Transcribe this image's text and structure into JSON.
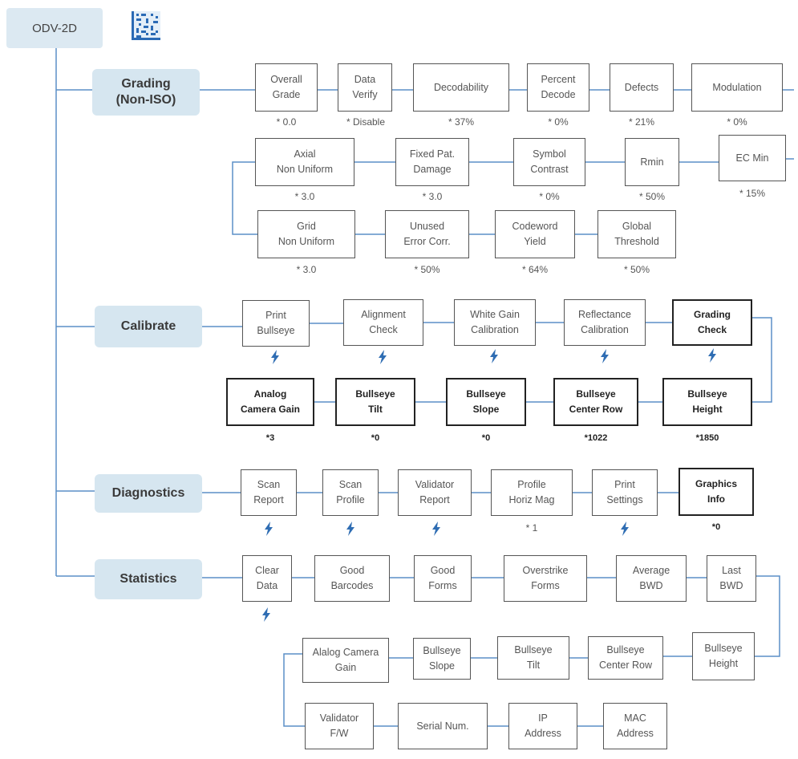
{
  "root": {
    "label": "ODV-2D"
  },
  "colors": {
    "line": "#5b8fc7",
    "category_bg": "#d6e6f0",
    "bolt": "#2f6db3"
  },
  "categories": [
    {
      "id": "grading",
      "label": "Grading\n(Non-ISO)"
    },
    {
      "id": "calibrate",
      "label": "Calibrate"
    },
    {
      "id": "diagnostics",
      "label": "Diagnostics"
    },
    {
      "id": "statistics",
      "label": "Statistics"
    }
  ],
  "nodes": {
    "grading": [
      {
        "label": "Overall\nGrade",
        "value": "* 0.0"
      },
      {
        "label": "Data\nVerify",
        "value": "* Disable"
      },
      {
        "label": "Decodability",
        "value": "* 37%"
      },
      {
        "label": "Percent\nDecode",
        "value": "* 0%"
      },
      {
        "label": "Defects",
        "value": "* 21%"
      },
      {
        "label": "Modulation",
        "value": "* 0%"
      },
      {
        "label": "Axial\nNon Uniform",
        "value": "* 3.0"
      },
      {
        "label": "Fixed Pat.\nDamage",
        "value": "* 3.0"
      },
      {
        "label": "Symbol\nContrast",
        "value": "* 0%"
      },
      {
        "label": "Rmin",
        "value": "* 50%"
      },
      {
        "label": "EC Min",
        "value": "* 15%"
      },
      {
        "label": "Grid\nNon Uniform",
        "value": "* 3.0"
      },
      {
        "label": "Unused\nError Corr.",
        "value": "* 50%"
      },
      {
        "label": "Codeword\nYield",
        "value": "* 64%"
      },
      {
        "label": "Global\nThreshold",
        "value": "* 50%"
      }
    ],
    "calibrate": [
      {
        "label": "Print\nBullseye",
        "action": true
      },
      {
        "label": "Alignment\nCheck",
        "action": true
      },
      {
        "label": "White Gain\nCalibration",
        "action": true
      },
      {
        "label": "Reflectance\nCalibration",
        "action": true
      },
      {
        "label": "Grading\nCheck",
        "action": true
      },
      {
        "label": "Analog\nCamera Gain",
        "value": "*3"
      },
      {
        "label": "Bullseye\nTilt",
        "value": "*0"
      },
      {
        "label": "Bullseye\nSlope",
        "value": "*0"
      },
      {
        "label": "Bullseye\nCenter Row",
        "value": "*1022"
      },
      {
        "label": "Bullseye\nHeight",
        "value": "*1850"
      }
    ],
    "diagnostics": [
      {
        "label": "Scan\nReport",
        "action": true
      },
      {
        "label": "Scan\nProfile",
        "action": true
      },
      {
        "label": "Validator\nReport",
        "action": true
      },
      {
        "label": "Profile\nHoriz Mag",
        "value": "* 1"
      },
      {
        "label": "Print\nSettings",
        "action": true
      },
      {
        "label": "Graphics\nInfo",
        "value": "*0"
      }
    ],
    "statistics": [
      {
        "label": "Clear\nData",
        "action": true
      },
      {
        "label": "Good\nBarcodes"
      },
      {
        "label": "Good\nForms"
      },
      {
        "label": "Overstrike\nForms"
      },
      {
        "label": "Average\nBWD"
      },
      {
        "label": "Last\nBWD"
      },
      {
        "label": "Alalog Camera\nGain"
      },
      {
        "label": "Bullseye\nSlope"
      },
      {
        "label": "Bullseye\nTilt"
      },
      {
        "label": "Bullseye\nCenter Row"
      },
      {
        "label": "Bullseye\nHeight"
      },
      {
        "label": "Validator\nF/W"
      },
      {
        "label": "Serial Num."
      },
      {
        "label": "IP\nAddress"
      },
      {
        "label": "MAC\nAddress"
      }
    ]
  }
}
